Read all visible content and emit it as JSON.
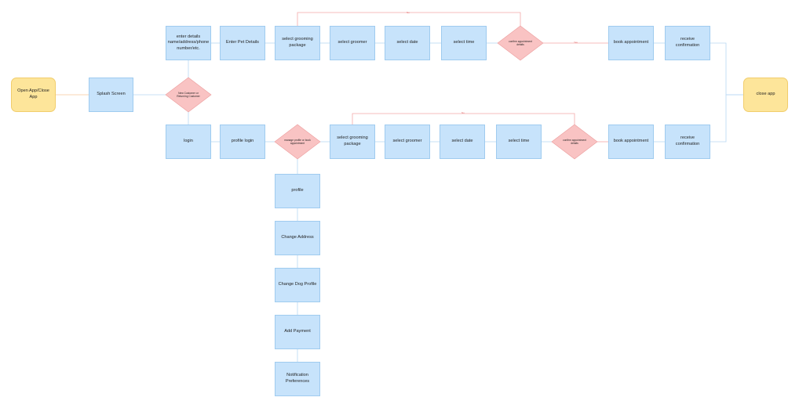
{
  "nodes": {
    "open_app": "Open App/Close App",
    "splash": "Splash Screen",
    "decision_new": "New Customer or Returning Customer",
    "enter_details": "enter details name/address/phone number/etc.",
    "enter_pet": "Enter Pet Details",
    "top_grooming": "select grooming package",
    "top_groomer": "select groomer",
    "top_date": "select date",
    "top_time": "select time",
    "top_confirm": "confirm appointment details",
    "top_book": "book appointment",
    "top_receive": "receive confirmation",
    "close_app": "close app",
    "login": "login",
    "profile_login": "profile login",
    "decision_manage": "manage profile or book appointment",
    "bot_grooming": "select grooming package",
    "bot_groomer": "select groomer",
    "bot_date": "select date",
    "bot_time": "select time",
    "bot_confirm": "confirm appointment details",
    "bot_book": "book appointment",
    "bot_receive": "receive confirmation",
    "profile": "profile",
    "change_address": "Change Address",
    "change_dog": "Change Dog Profile",
    "add_payment": "Add Payment",
    "notifications": "Notification Preferences"
  },
  "edge_labels": {
    "top_no": "No",
    "top_yes": "Yes",
    "bot_no": "No"
  },
  "colors": {
    "process": "#c7e3fb",
    "terminal": "#fde59a",
    "decision": "#f9c3c3",
    "blue_line": "#b7d8f3",
    "red_line": "#f4a9a9",
    "orange_line": "#f6c79a"
  }
}
